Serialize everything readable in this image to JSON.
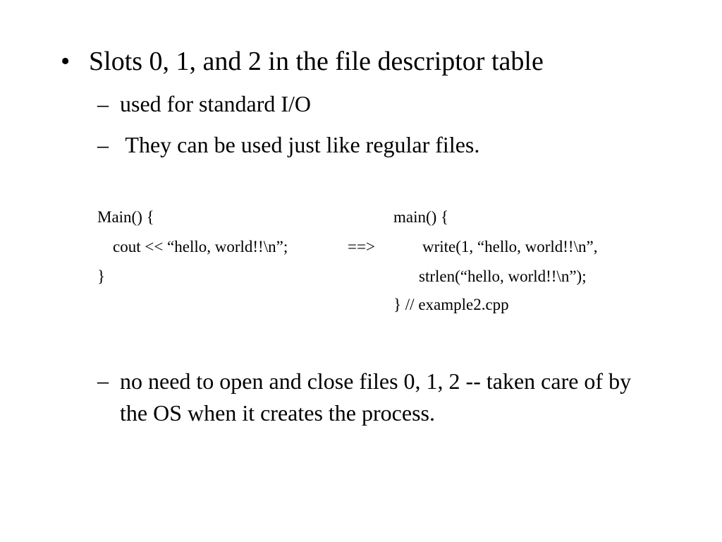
{
  "slide": {
    "bullet_symbol": "•",
    "heading": "Slots 0, 1, and 2 in the file descriptor table",
    "dash_symbol": "–",
    "sub_items": [
      "used for standard I/O",
      " They can be used just like regular files.",
      "no need to open and close files 0, 1, 2 -- taken care of by  the OS when it creates the process."
    ],
    "code_left": {
      "line1": "Main() {",
      "line2": "cout << “hello, world!!\\n”;",
      "line3": "}"
    },
    "arrow": "==>",
    "code_right": {
      "line1": "main() {",
      "line2": "write(1, “hello, world!!\\n”,",
      "line3": "strlen(“hello, world!!\\n”);",
      "line4": "} // example2.cpp"
    }
  }
}
